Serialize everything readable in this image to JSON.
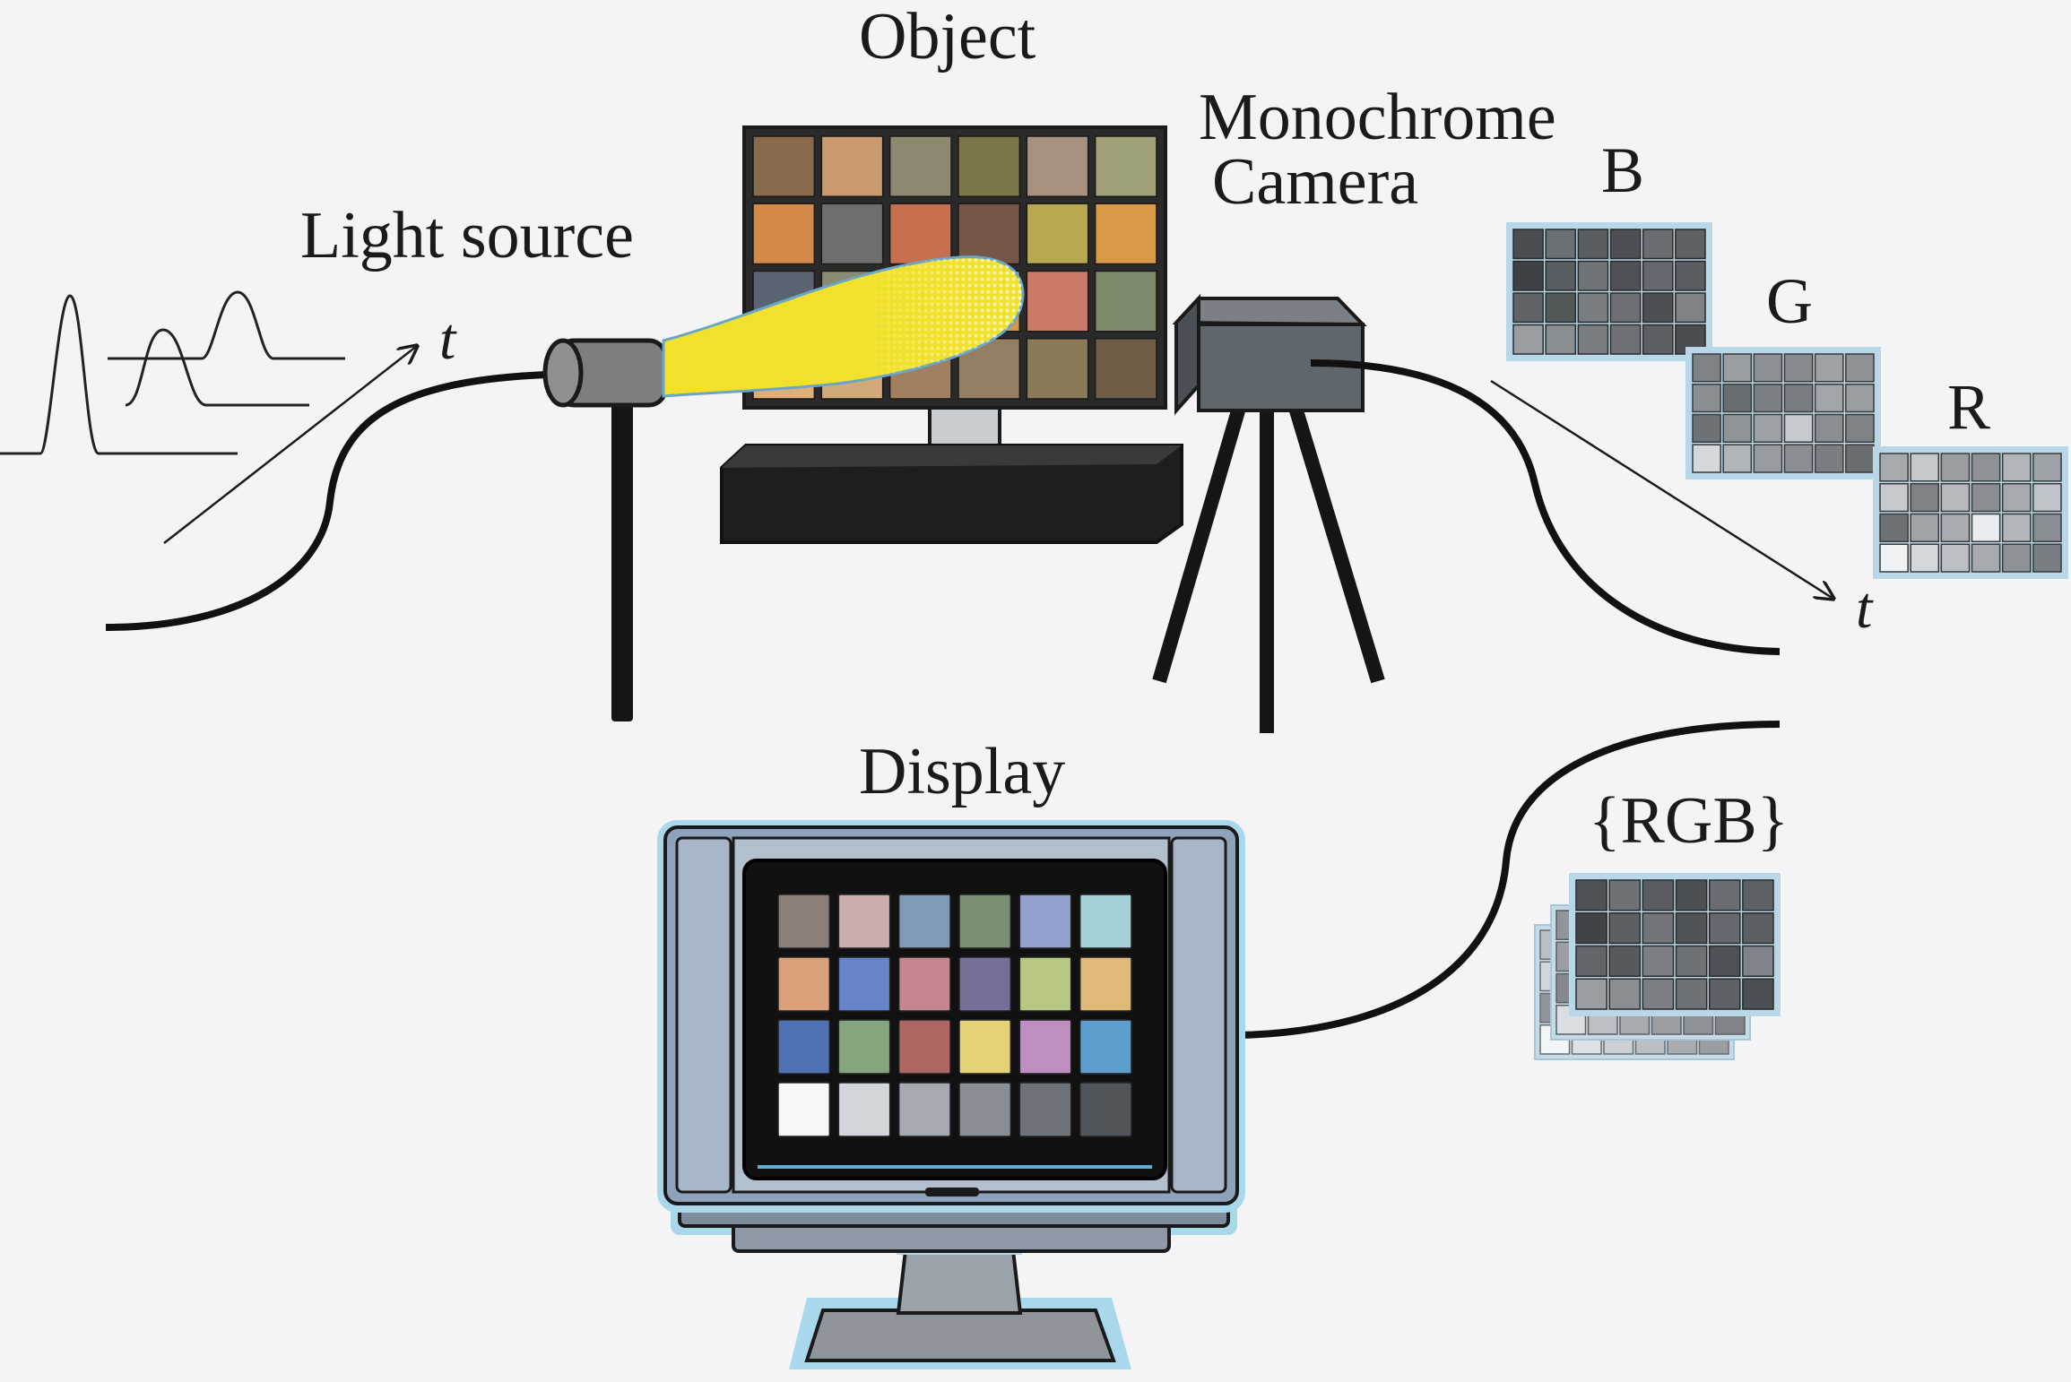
{
  "labels": {
    "object": "Object",
    "light_source": "Light source",
    "camera_line1": "Monochrome",
    "camera_line2": "Camera",
    "display": "Display",
    "channel_b": "B",
    "channel_g": "G",
    "channel_r": "R",
    "rgb_set": "{RGB}",
    "time_light": "t",
    "time_capture": "t"
  },
  "colors": {
    "background": "#f4f4f6",
    "light_beam": "#f2e12a",
    "display_frame": "#8ea3bb",
    "display_glow": "#a9d8ec"
  },
  "object_chart": [
    "#8a6a4c",
    "#c99a70",
    "#8e8870",
    "#7b7548",
    "#a69180",
    "#9fa078",
    "#d38a48",
    "#6e6e6e",
    "#c77050",
    "#765648",
    "#b8a850",
    "#d99a48",
    "#5a6470",
    "#8a8a70",
    "#c08a5a",
    "#d09848",
    "#cc7a68",
    "#7a8a6a",
    "#e2ae78",
    "#d2aa7a",
    "#a08060",
    "#947e62",
    "#8a7a5a",
    "#6e5e48"
  ],
  "display_chart": [
    "#8a7e76",
    "#cbaeab",
    "#7e9ab8",
    "#7b9072",
    "#93a1cf",
    "#a3d1d6",
    "#d9a07a",
    "#6784c8",
    "#c5868e",
    "#766f99",
    "#b6c883",
    "#e0b878",
    "#4e72b3",
    "#86a57f",
    "#b06763",
    "#e6d276",
    "#c08fc2",
    "#5d9ece",
    "#f7f7f7",
    "#d2d5da",
    "#a5aab2",
    "#8a8f96",
    "#6e737a",
    "#50555a"
  ],
  "channel_b": [
    "#4a4e52",
    "#6c7074",
    "#5a5e62",
    "#4c5054",
    "#6a6e72",
    "#5e6266",
    "#3e4246",
    "#5a5e62",
    "#707478",
    "#4e5256",
    "#646870",
    "#5a5e62",
    "#606468",
    "#545858",
    "#7a7e82",
    "#6c7074",
    "#4c5054",
    "#7e8286",
    "#9a9ea2",
    "#8a8e92",
    "#7a7e82",
    "#6e7276",
    "#5c6064",
    "#4a4e52"
  ],
  "channel_g": [
    "#7e8286",
    "#9a9ea2",
    "#8c9094",
    "#868a8e",
    "#9ea2a6",
    "#8e9296",
    "#8a8e92",
    "#6a6e72",
    "#7c8084",
    "#7a7e82",
    "#a2a6aa",
    "#9a9ea2",
    "#6e7276",
    "#909498",
    "#9ca0a4",
    "#c6cace",
    "#8a8e92",
    "#7e8286",
    "#d4d8dc",
    "#b0b4b8",
    "#989ca0",
    "#8a8e92",
    "#7a7e82",
    "#6a6e72"
  ],
  "channel_r": [
    "#a6aaae",
    "#c4c8cc",
    "#9a9ea2",
    "#8e9296",
    "#b2b6ba",
    "#9ea2a6",
    "#c6cacc",
    "#7e8286",
    "#b6babe",
    "#8a8e92",
    "#a6aaae",
    "#c0c4c8",
    "#6e7276",
    "#a0a4a8",
    "#a8acb0",
    "#e8ecee",
    "#b2b6ba",
    "#8a8e92",
    "#f0f2f4",
    "#d4d8dc",
    "#bcc0c4",
    "#a6aaae",
    "#8e9296",
    "#7a7e82"
  ],
  "rgb_front": [
    "#4e5256",
    "#6e7276",
    "#5a5e62",
    "#4c5054",
    "#6a6e72",
    "#5e6266",
    "#404448",
    "#5c6064",
    "#72767a",
    "#505458",
    "#666a70",
    "#5c6064",
    "#62666a",
    "#565a5e",
    "#7c8084",
    "#6e7276",
    "#4e5256",
    "#80848a",
    "#9a9ea2",
    "#8a8e92",
    "#7c8084",
    "#6e7276",
    "#5e6266",
    "#4c5054"
  ]
}
